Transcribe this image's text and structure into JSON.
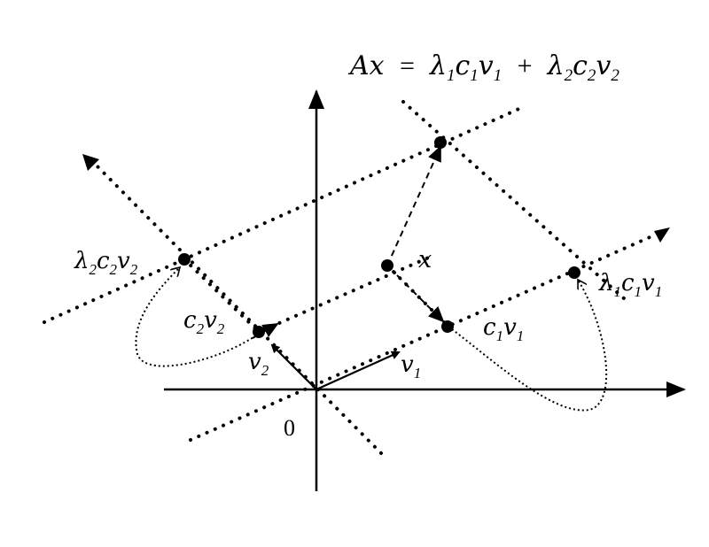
{
  "title": {
    "lhs": "Ax",
    "eq": "=",
    "plus": "+",
    "term1": {
      "l": "λ",
      "ls": "1",
      "c": "c",
      "cs": "1",
      "v": "v",
      "vs": "1"
    },
    "term2": {
      "l": "λ",
      "ls": "2",
      "c": "c",
      "cs": "2",
      "v": "v",
      "vs": "2"
    }
  },
  "labels": {
    "origin": "0",
    "x": "x",
    "v1": {
      "v": "v",
      "vs": "1"
    },
    "v2": {
      "v": "v",
      "vs": "2"
    },
    "c1v1": {
      "c": "c",
      "cs": "1",
      "v": "v",
      "vs": "1"
    },
    "c2v2": {
      "c": "c",
      "cs": "2",
      "v": "v",
      "vs": "2"
    },
    "l1c1v1": {
      "l": "λ",
      "ls": "1",
      "c": "c",
      "cs": "1",
      "v": "v",
      "vs": "1"
    },
    "l2c2v2": {
      "l": "λ",
      "ls": "2",
      "c": "c",
      "cs": "2",
      "v": "v",
      "vs": "2"
    }
  },
  "colors": {
    "ink": "#000000",
    "background": "#ffffff"
  }
}
